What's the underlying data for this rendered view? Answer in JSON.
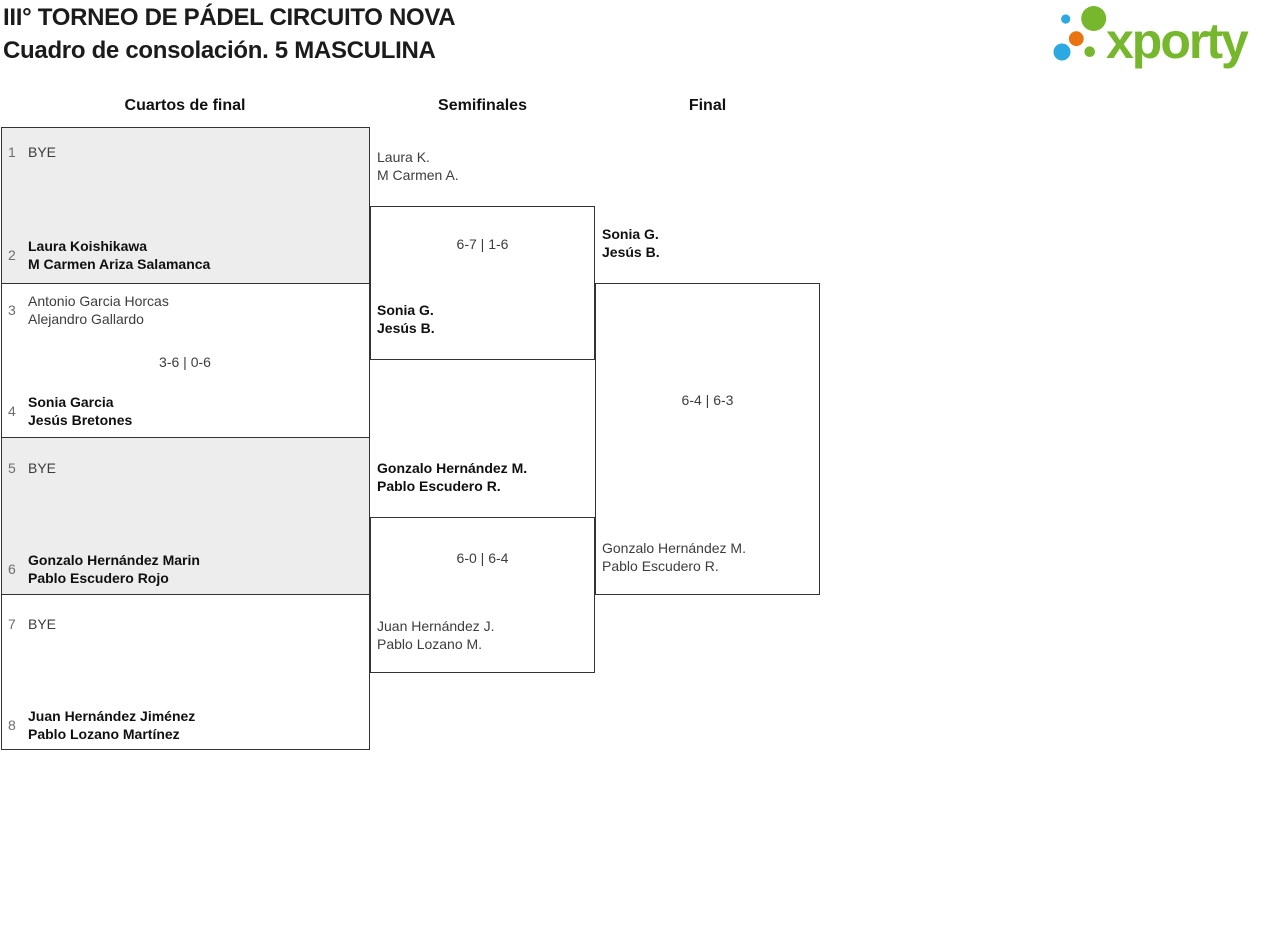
{
  "header": {
    "title_line1": "III° TORNEO DE PÁDEL CIRCUITO NOVA",
    "title_line2": "Cuadro de consolación. 5 MASCULINA"
  },
  "logo": {
    "text": "xporty",
    "green": "#76b72d",
    "blue": "#2ba9e0",
    "orange": "#e87511"
  },
  "colors": {
    "box_fill_gray": "#ededed",
    "line_color": "#333333"
  },
  "rounds": [
    {
      "label": "Cuartos de final"
    },
    {
      "label": "Semifinales"
    },
    {
      "label": "Final"
    }
  ],
  "bracket": {
    "qf": [
      {
        "score": "",
        "a": {
          "seed": "1",
          "l1": "BYE",
          "winner": false
        },
        "b": {
          "seed": "2",
          "l1": "Laura Koishikawa",
          "l2": "M Carmen Ariza Salamanca",
          "winner": true
        }
      },
      {
        "score": "3-6 | 0-6",
        "a": {
          "seed": "3",
          "l1": "Antonio Garcia Horcas",
          "l2": "Alejandro Gallardo",
          "winner": false
        },
        "b": {
          "seed": "4",
          "l1": "Sonia Garcia",
          "l2": "Jesús Bretones",
          "winner": true
        }
      },
      {
        "score": "",
        "a": {
          "seed": "5",
          "l1": "BYE",
          "winner": false
        },
        "b": {
          "seed": "6",
          "l1": "Gonzalo Hernández Marin",
          "l2": "Pablo Escudero Rojo",
          "winner": true
        }
      },
      {
        "score": "",
        "a": {
          "seed": "7",
          "l1": "BYE",
          "winner": false
        },
        "b": {
          "seed": "8",
          "l1": "Juan Hernández Jiménez",
          "l2": "Pablo Lozano Martínez",
          "winner": true
        }
      }
    ],
    "sf": [
      {
        "score": "6-7 | 1-6",
        "a": {
          "l1": "Laura K.",
          "l2": "M Carmen A.",
          "winner": false
        },
        "b": {
          "l1": "Sonia G.",
          "l2": "Jesús B.",
          "winner": true
        }
      },
      {
        "score": "6-0 | 6-4",
        "a": {
          "l1": "Gonzalo Hernández M.",
          "l2": "Pablo Escudero R.",
          "winner": true
        },
        "b": {
          "l1": "Juan Hernández J.",
          "l2": "Pablo Lozano M.",
          "winner": false
        }
      }
    ],
    "final": {
      "score": "6-4 | 6-3",
      "a": {
        "l1": "Sonia G.",
        "l2": "Jesús B.",
        "winner": true
      },
      "b": {
        "l1": "Gonzalo Hernández M.",
        "l2": "Pablo Escudero R.",
        "winner": false
      }
    }
  }
}
